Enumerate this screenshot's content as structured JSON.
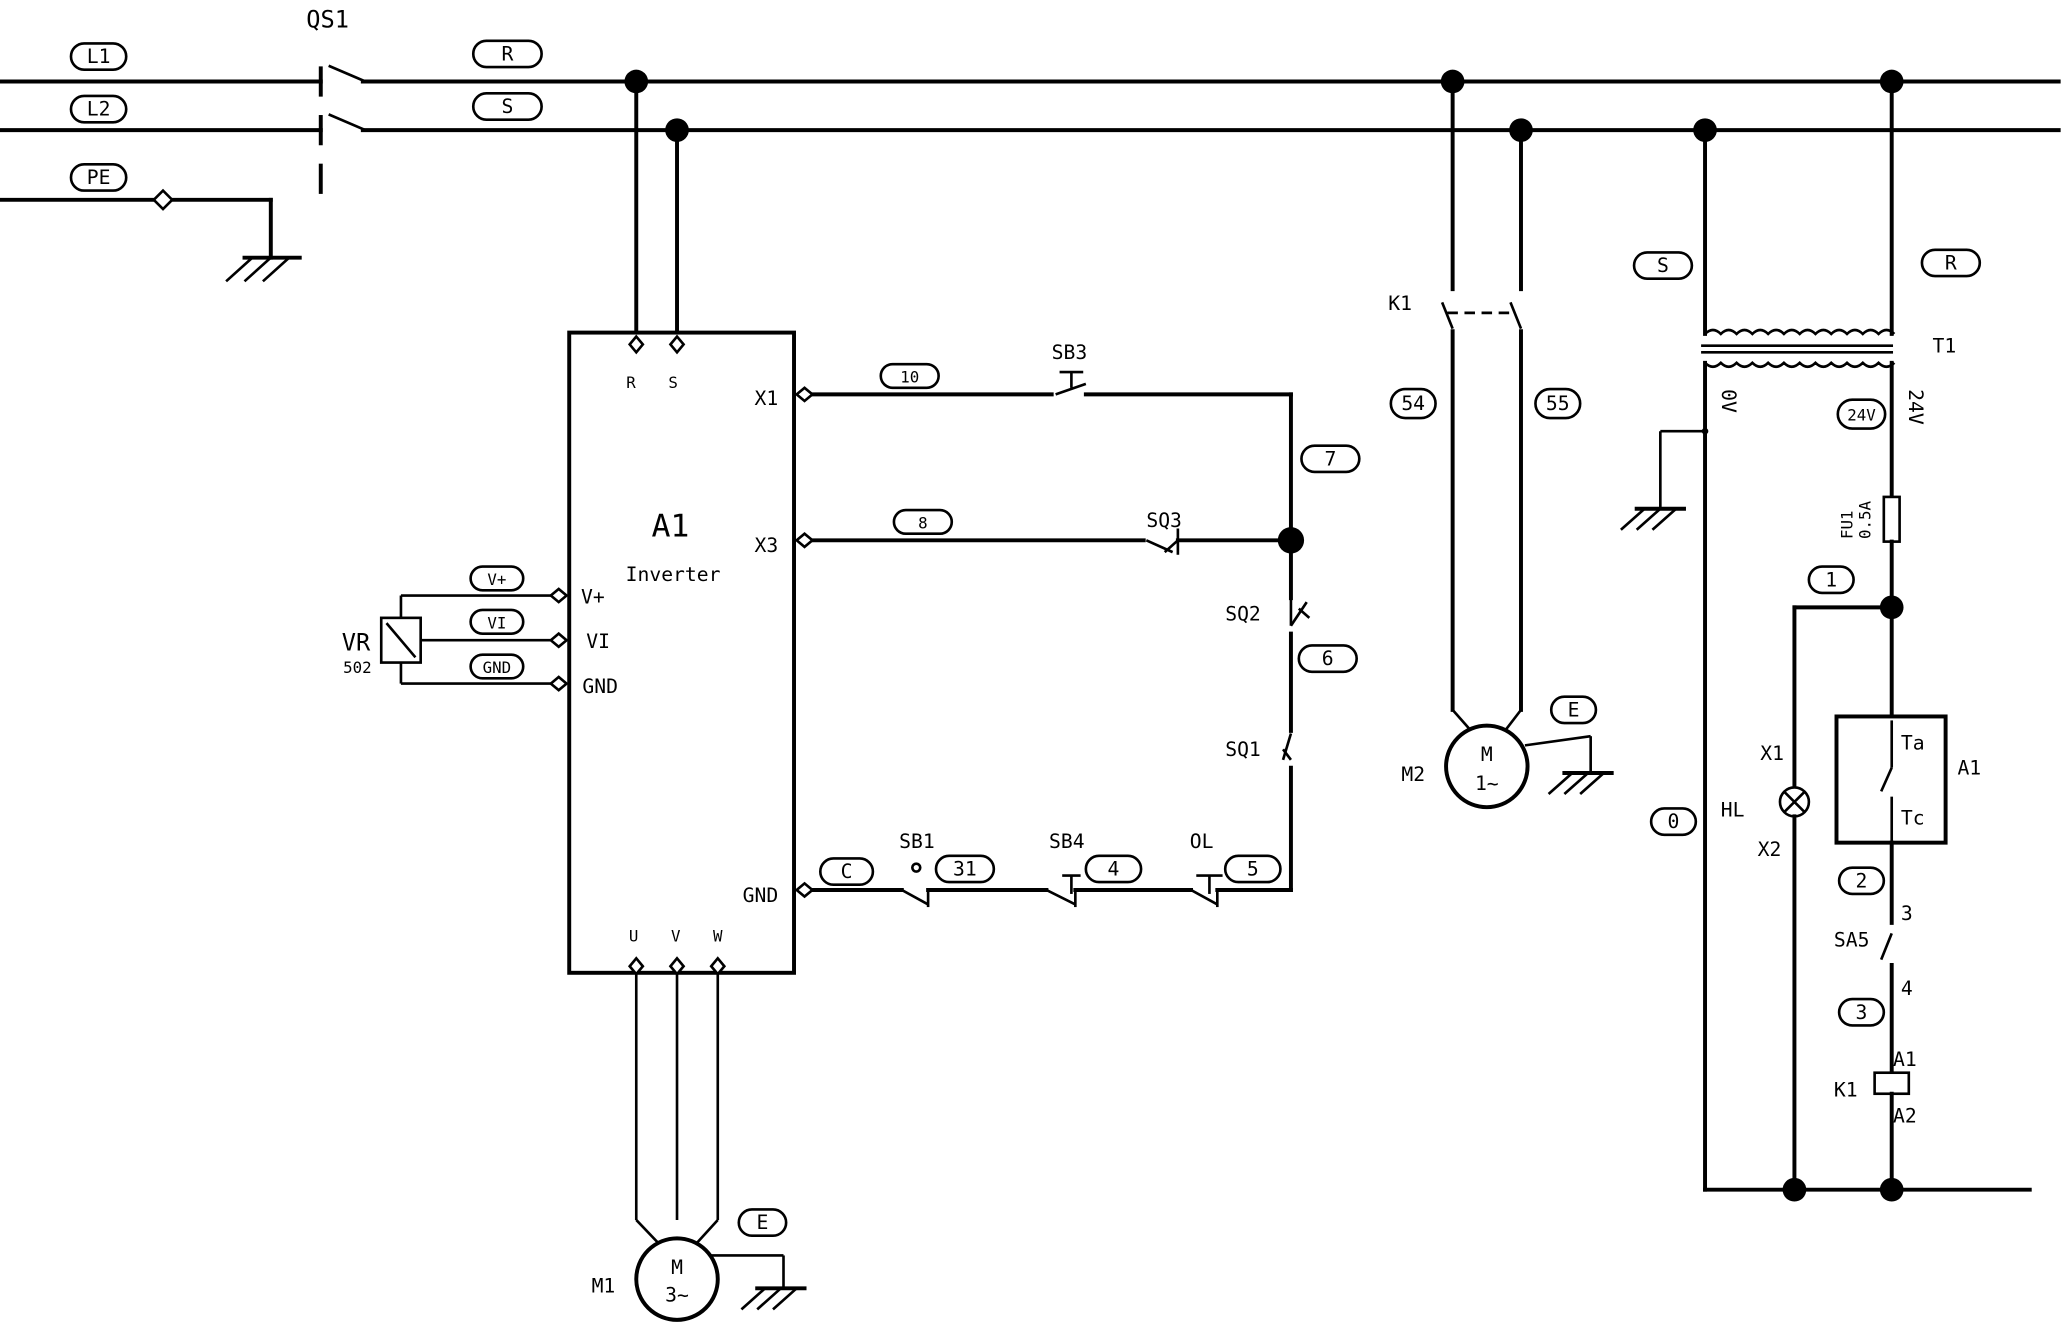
{
  "labels": {
    "qs1": "QS1",
    "l1": "L1",
    "l2": "L2",
    "pe": "PE",
    "r_tag": "R",
    "s_tag": "S",
    "a1_name": "A1",
    "a1_type": "Inverter",
    "term_r": "R",
    "term_s": "S",
    "term_x1": "X1",
    "term_x3": "X3",
    "term_gnd": "GND",
    "term_vplus": "V+",
    "term_vi": "VI",
    "term_gnd_in": "GND",
    "term_u": "U",
    "term_v": "V",
    "term_w": "W",
    "vr": "VR",
    "vr_val": "502",
    "tag_vplus": "V+",
    "tag_vi": "VI",
    "tag_gnd": "GND",
    "tag_10": "10",
    "tag_8": "8",
    "tag_7": "7",
    "tag_6": "6",
    "tag_c": "C",
    "tag_31": "31",
    "tag_4": "4",
    "tag_5": "5",
    "sb3": "SB3",
    "sq3": "SQ3",
    "sq2": "SQ2",
    "sq1": "SQ1",
    "sb1": "SB1",
    "sb4": "SB4",
    "ol": "OL",
    "m1": "M1",
    "m1_m": "M",
    "m1_phase": "3~",
    "tag_e_m1": "E",
    "k1": "K1",
    "tag_54": "54",
    "tag_55": "55",
    "m2": "M2",
    "m2_m": "M",
    "m2_phase": "1~",
    "tag_e_m2": "E",
    "tag_s_t1": "S",
    "tag_r_t1": "R",
    "t1": "T1",
    "v0": "0V",
    "v24": "24V",
    "tag_24v": "24V",
    "fu1": "FU1",
    "fu1_val": "0.5A",
    "tag_1": "1",
    "tag_0": "0",
    "tag_2": "2",
    "tag_3": "3",
    "hl": "HL",
    "x1": "X1",
    "x2": "X2",
    "a1_relay": "A1",
    "ta": "Ta",
    "tc": "Tc",
    "n3": "3",
    "n4": "4",
    "sa5": "SA5",
    "k1_coil": "K1",
    "coil_a1": "A1",
    "coil_a2": "A2"
  }
}
